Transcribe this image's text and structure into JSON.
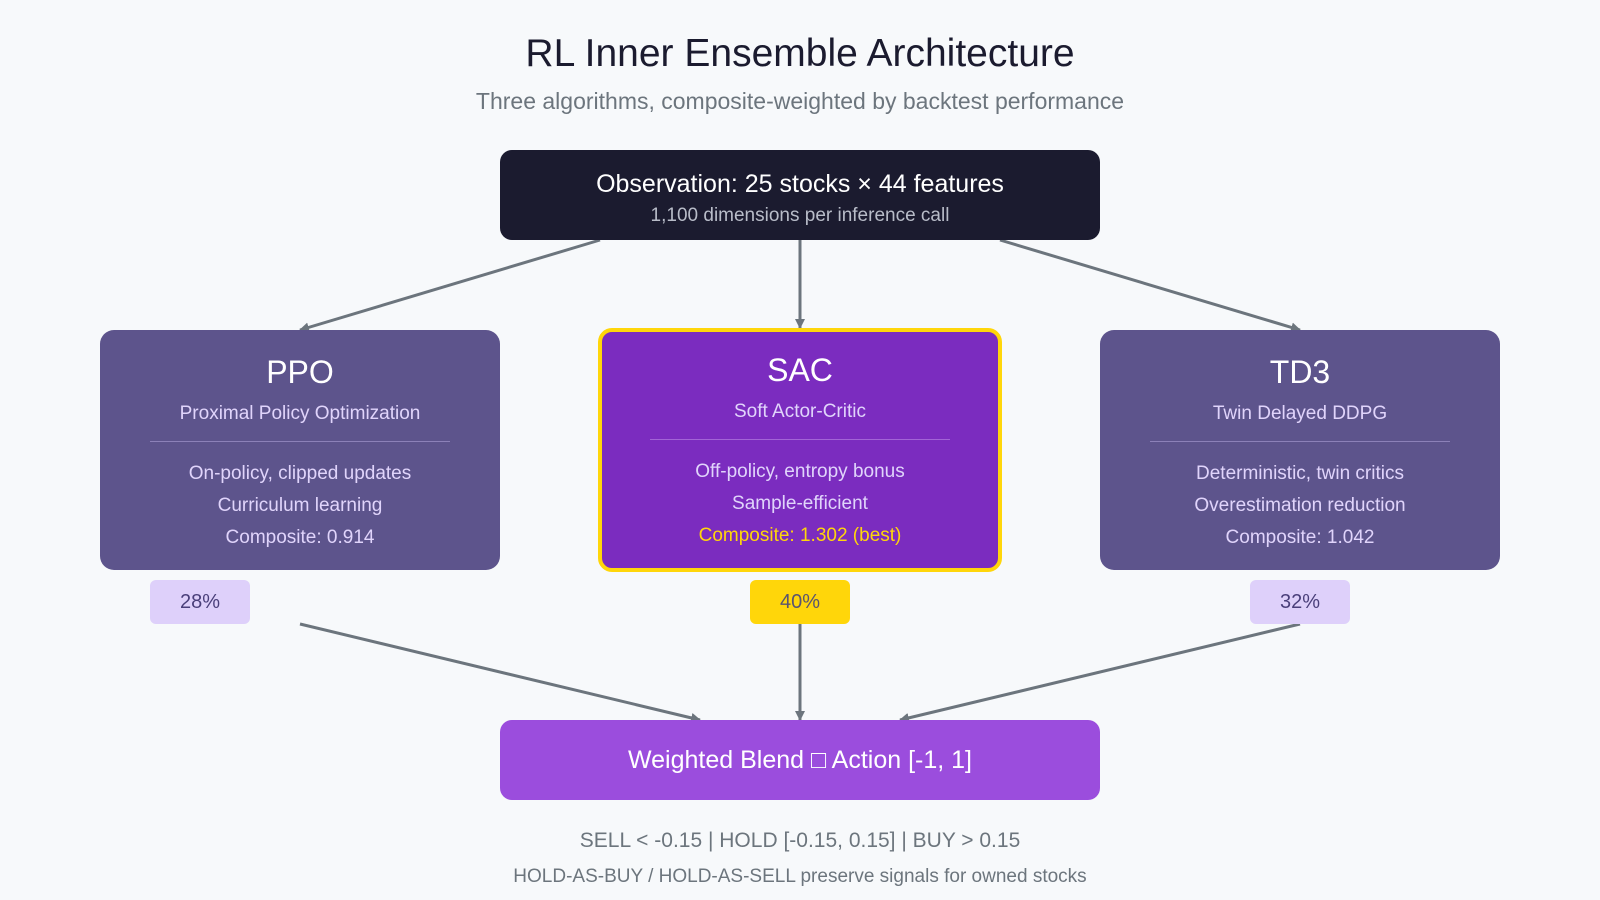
{
  "header": {
    "title": "RL Inner Ensemble Architecture",
    "subtitle": "Three algorithms, composite-weighted by backtest performance"
  },
  "observation": {
    "title": "Observation: 25 stocks × 44 features",
    "subtitle": "1,100 dimensions per inference call"
  },
  "algorithms": [
    {
      "name": "PPO",
      "full_name": "Proximal Policy Optimization",
      "traits": [
        "On-policy, clipped updates",
        "Curriculum learning"
      ],
      "composite": "Composite: 0.914",
      "weight": "28%",
      "best": false
    },
    {
      "name": "SAC",
      "full_name": "Soft Actor-Critic",
      "traits": [
        "Off-policy, entropy bonus",
        "Sample-efficient"
      ],
      "composite": "Composite: 1.302 (best)",
      "weight": "40%",
      "best": true
    },
    {
      "name": "TD3",
      "full_name": "Twin Delayed DDPG",
      "traits": [
        "Deterministic, twin critics",
        "Overestimation reduction"
      ],
      "composite": "Composite: 1.042",
      "weight": "32%",
      "best": false
    }
  ],
  "blend": {
    "label": "Weighted Blend □ Action [-1, 1]"
  },
  "footer": {
    "rules": "SELL < -0.15 | HOLD [-0.15, 0.15] | BUY > 0.15",
    "note": "HOLD-AS-BUY / HOLD-AS-SELL preserve signals for owned stocks"
  },
  "colors": {
    "background": "#f7f9fb",
    "observation": "#1b1b2f",
    "algorithm": "#5d548c",
    "best_algorithm": "#7b2cbf",
    "highlight": "#ffd60a",
    "blend": "#9b4ddd",
    "arrow": "#6c757d"
  }
}
